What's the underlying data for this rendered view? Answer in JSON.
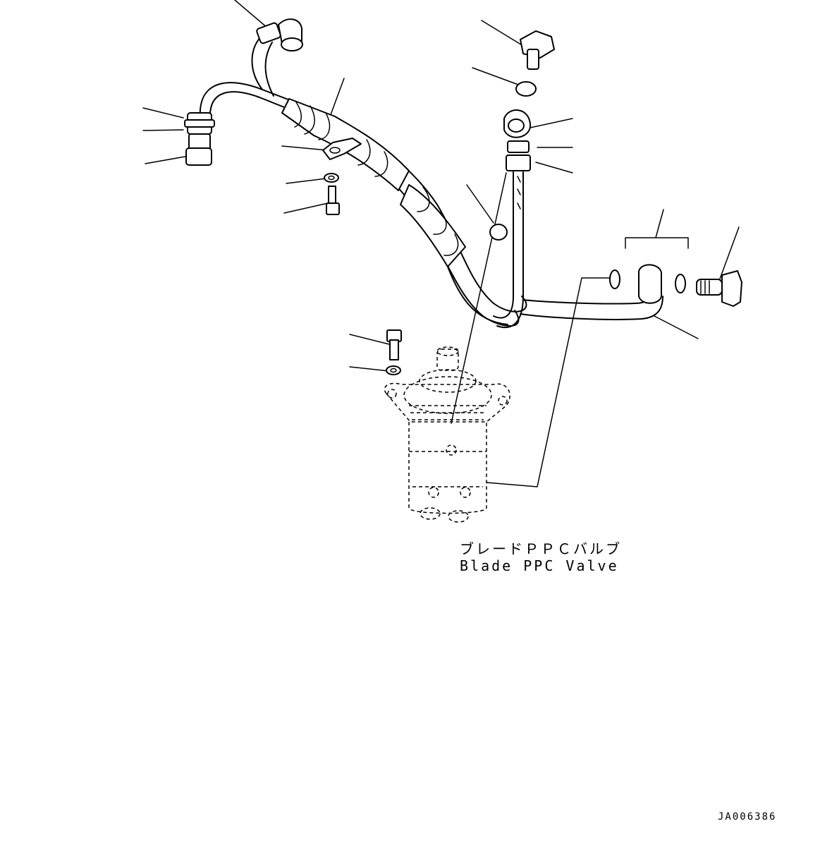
{
  "labels": {
    "valve_name_ja": "ブレードＰＰＣバルブ",
    "valve_name_en": "Blade PPC Valve",
    "drawing_number": "JA006386"
  }
}
